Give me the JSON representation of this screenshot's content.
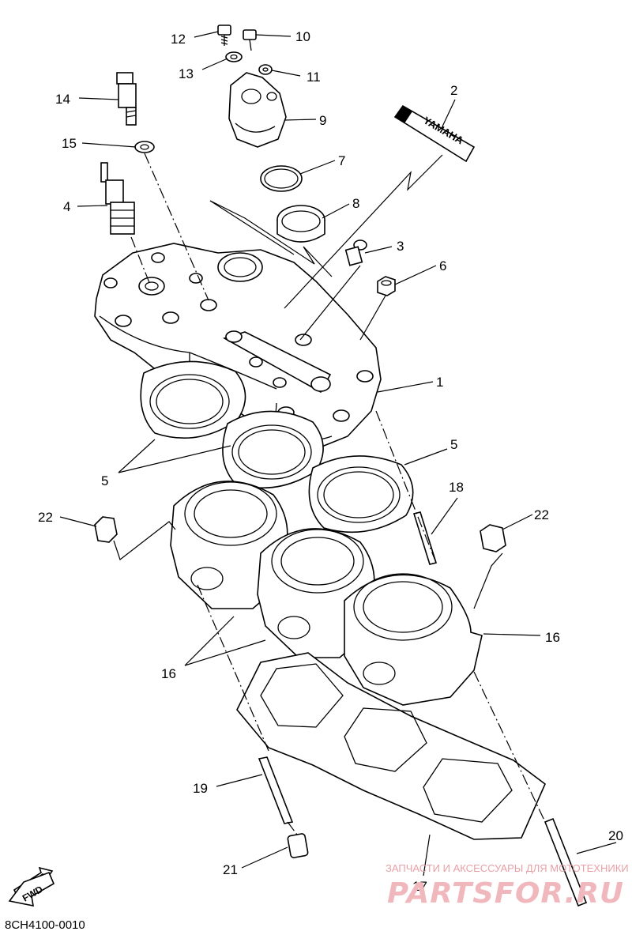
{
  "diagram_code": "8CH4100-0010",
  "watermark": {
    "tagline": "ЗАПЧАСТИ И АКСЕССУАРЫ ДЛЯ МОТОТЕХНИКИ",
    "brand": "PARTSFOR.RU"
  },
  "fwd_label": "FWD",
  "logo_text": "YAMAHA",
  "callouts": {
    "c1": "1",
    "c2": "2",
    "c3": "3",
    "c4": "4",
    "c5a": "5",
    "c5b": "5",
    "c6": "6",
    "c7": "7",
    "c8": "8",
    "c9": "9",
    "c10": "10",
    "c11": "11",
    "c12": "12",
    "c13": "13",
    "c14": "14",
    "c15": "15",
    "c16a": "16",
    "c16b": "16",
    "c17": "17",
    "c18": "18",
    "c19": "19",
    "c20": "20",
    "c21": "21",
    "c22a": "22",
    "c22b": "22"
  }
}
